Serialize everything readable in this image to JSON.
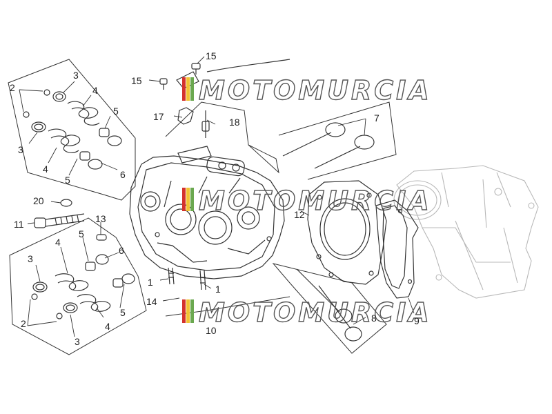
{
  "watermark": {
    "text": "MOTOMURCIA",
    "flag_colors": [
      "#d4322c",
      "#f1c232",
      "#6aa84f"
    ]
  },
  "callouts": {
    "c1a": "1",
    "c1b": "1",
    "c2a": "2",
    "c2b": "2",
    "c3a": "3",
    "c3b": "3",
    "c3c": "3",
    "c3d": "3",
    "c4a": "4",
    "c4b": "4",
    "c4c": "4",
    "c4d": "4",
    "c5a": "5",
    "c5b": "5",
    "c5c": "5",
    "c5d": "5",
    "c6a": "6",
    "c6b": "6",
    "c7": "7",
    "c8": "8",
    "c9": "9",
    "c10": "10",
    "c11": "11",
    "c12": "12",
    "c13": "13",
    "c14": "14",
    "c15a": "15",
    "c15b": "15",
    "c17": "17",
    "c18": "18",
    "c20": "20"
  }
}
